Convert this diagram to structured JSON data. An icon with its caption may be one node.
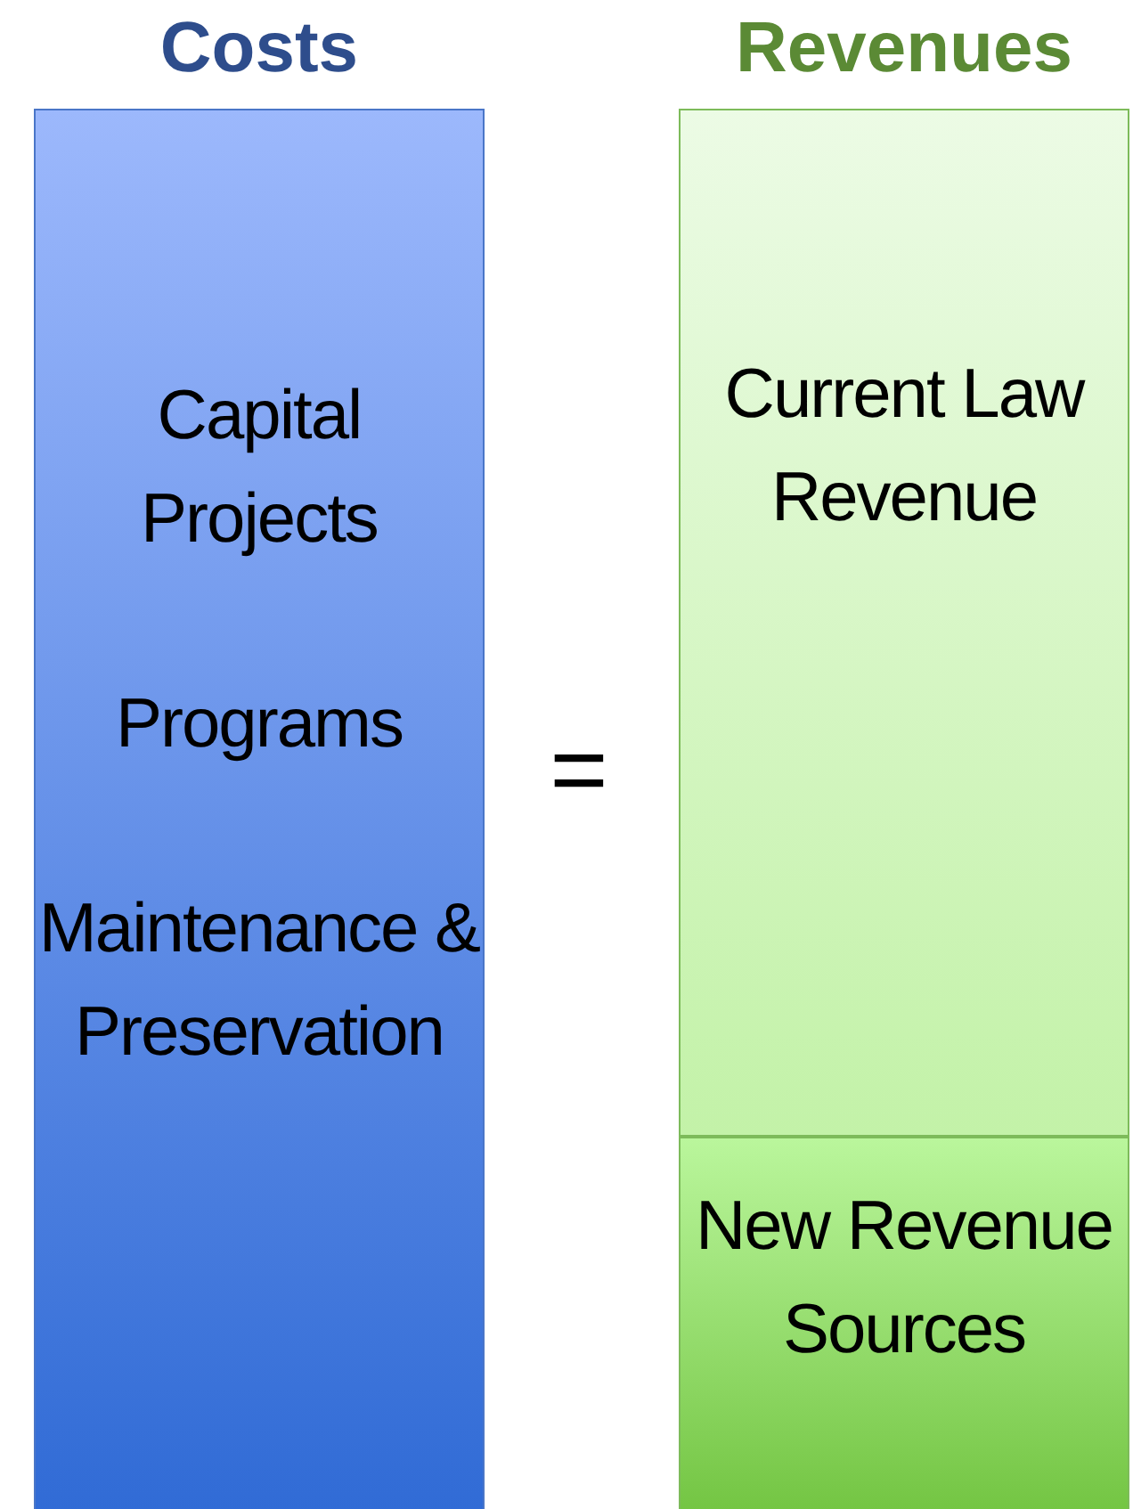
{
  "diagram": {
    "nodes": [
      {
        "text": [
          "Costs",
          "Capital Projects",
          "Programs",
          "Maintenance & Preservation"
        ]
      },
      {
        "text": [
          "Revenues"
        ]
      },
      {
        "text": [
          "Current Law Revenue"
        ],
        "in": 1
      },
      {
        "text": [
          "New Revenue Sources"
        ],
        "in": 1
      }
    ],
    "labels": [
      "="
    ]
  }
}
